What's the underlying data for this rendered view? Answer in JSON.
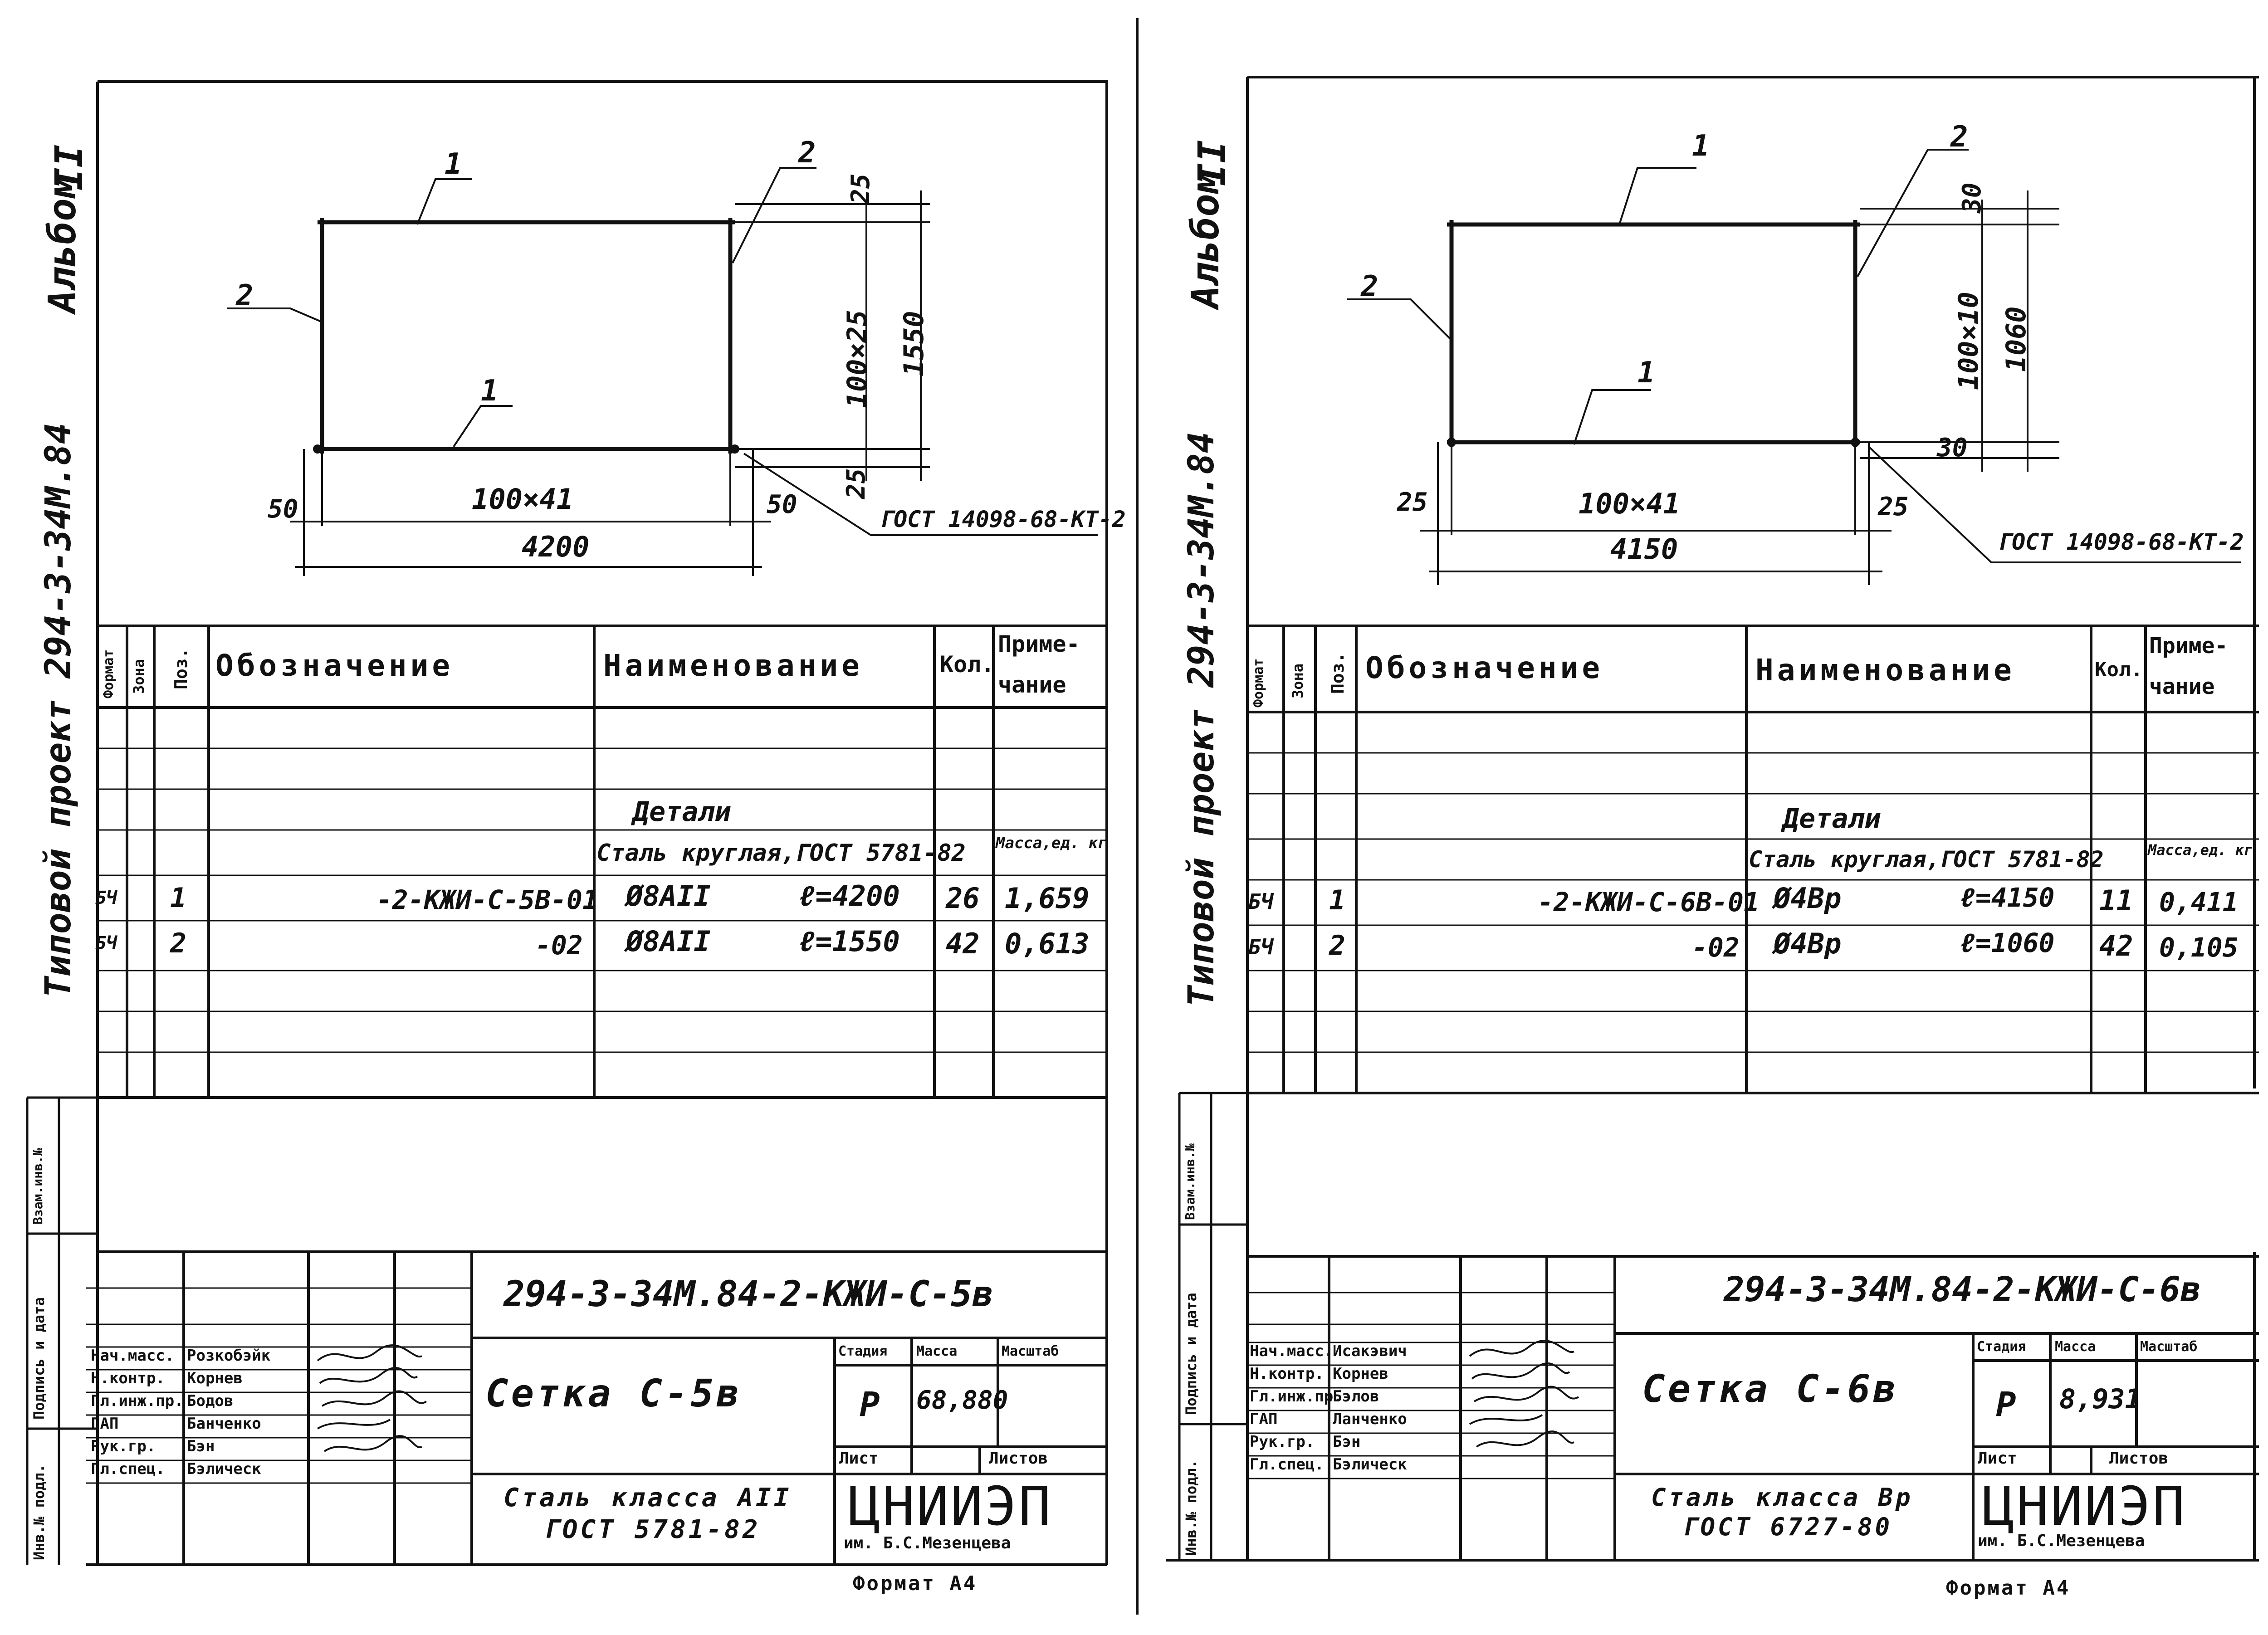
{
  "album_label": "Альбом",
  "album_number": "II",
  "series_project": "Типовой  проект  294-3-34М.84",
  "spec_headers": {
    "format": "Формат",
    "zone": "Зона",
    "pos": "Поз.",
    "designation": "Обозначение",
    "name": "Наименование",
    "qty": "Кол.",
    "note": "Приме-чание"
  },
  "spec_headers_note_line1": "Приме-",
  "spec_headers_note_line2": "чание",
  "side_stamp": {
    "sign_date": "Подпись и дата",
    "inv_podl": "Инв.№ подл.",
    "vzam_inv": "Взам.инв.№"
  },
  "title_block_roles": [
    "Нач.масс.",
    "Н.контр.",
    "Гл.инж.пр.",
    "ГАП",
    "Рук.гр.",
    "Гл.спец."
  ],
  "format_label": "Формат А4",
  "cols": {
    "sheet": "Стадия",
    "mass": "Масса",
    "scale": "Масштаб",
    "list": "Лист",
    "lists": "Листов"
  },
  "org": "ЦНИИЭП",
  "org_sub_left": "им. Б.С.Мезенцева",
  "org_sub_right": "им. Б.С.Мезенцева",
  "sheets": [
    {
      "pos1_label": "1",
      "pos2_label": "2",
      "dims": {
        "top_offset": "25",
        "vertical_spacing": "100×25",
        "height_total": "1550",
        "bottom_offset": "25",
        "left_overhang": "50",
        "right_overhang": "50",
        "horizontal_spacing": "100×41",
        "length_total": "4200",
        "weld_gost": "ГОСТ 14098-68-КТ-2"
      },
      "group_title": "Детали",
      "material": "Сталь круглая,ГОСТ 5781-82",
      "mass_unit": "Масса,ед. кг",
      "rows": [
        {
          "format": "БЧ",
          "pos": "1",
          "designation": "-2-КЖИ-С-5В-01",
          "dia": "Ø8АII",
          "len": "ℓ=4200",
          "qty": "26",
          "note": "1,659"
        },
        {
          "format": "БЧ",
          "pos": "2",
          "designation": "-02",
          "dia": "Ø8АII",
          "len": "ℓ=1550",
          "qty": "42",
          "note": "0,613"
        }
      ],
      "doc_code": "294-3-34М.84-2-КЖИ-С-5в",
      "title": "Сетка  С-5в",
      "stage": "Р",
      "mass": "68,880",
      "steel": "Сталь  класса  АII",
      "steel_gost": "ГОСТ  5781-82",
      "people": [
        "Розкобэйк",
        "Корнев",
        "Бодов",
        "Банченко",
        "Бэн",
        "Бэлическ"
      ]
    },
    {
      "pos1_label": "1",
      "pos2_label": "2",
      "dims": {
        "top_offset": "30",
        "vertical_spacing": "100×10",
        "height_total": "1060",
        "bottom_offset": "30",
        "left_overhang": "25",
        "right_overhang": "25",
        "horizontal_spacing": "100×41",
        "length_total": "4150",
        "weld_gost": "ГОСТ 14098-68-КТ-2"
      },
      "group_title": "Детали",
      "material": "Сталь круглая,ГОСТ 5781-82",
      "mass_unit": "Масса,ед. кг",
      "rows": [
        {
          "format": "БЧ",
          "pos": "1",
          "designation": "-2-КЖИ-С-6В-01",
          "dia": "Ø4Вр",
          "len": "ℓ=4150",
          "qty": "11",
          "note": "0,411"
        },
        {
          "format": "БЧ",
          "pos": "2",
          "designation": "-02",
          "dia": "Ø4Вр",
          "len": "ℓ=1060",
          "qty": "42",
          "note": "0,105"
        }
      ],
      "doc_code": "294-3-34М.84-2-КЖИ-С-6в",
      "title": "Сетка С-6в",
      "stage": "Р",
      "mass": "8,931",
      "steel": "Сталь  класса  Вр",
      "steel_gost": "ГОСТ  6727-80",
      "people": [
        "Исакэвич",
        "Корнев",
        "Бэлов",
        "Ланченко",
        "Бэн",
        "Бэлическ"
      ]
    }
  ]
}
